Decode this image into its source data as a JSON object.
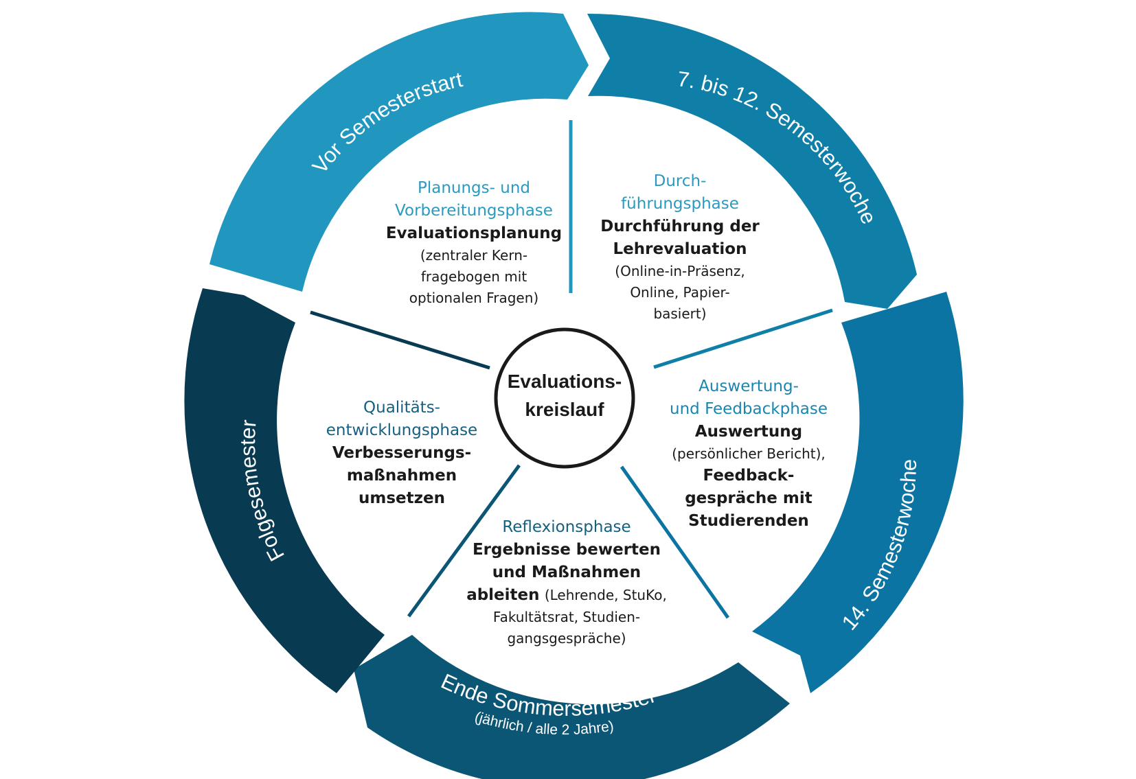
{
  "center": {
    "line1": "Evaluations-",
    "line2": "kreislauf"
  },
  "ring": {
    "vor_semesterstart": "Vor Semesterstart",
    "semesterwoche_7_12": "7. bis 12. Semesterwoche",
    "semesterwoche_14": "14. Semesterwoche",
    "ende_sommersemester": "Ende Sommersemester",
    "ende_sub": "(jährlich / alle 2 Jahre)",
    "folgesemester": "Folgesemester"
  },
  "phases": {
    "planung": {
      "head1": "Planungs- und",
      "head2": "Vorbereitungsphase",
      "main": "Evaluationsplanung",
      "sub1": "(zentraler Kern-",
      "sub2": "fragebogen mit",
      "sub3": "optionalen Fragen)"
    },
    "durchfuehrung": {
      "head1": "Durch-",
      "head2": "führungsphase",
      "main1": "Durchführung der",
      "main2": "Lehrevaluation",
      "sub1": "(Online-in-Präsenz,",
      "sub2": "Online, Papier-",
      "sub3": "basiert)"
    },
    "auswertung": {
      "head1": "Auswertung-",
      "head2": "und Feedbackphase",
      "main1": "Auswertung",
      "sub1": "(persönlicher Bericht),",
      "main2": "Feedback-",
      "main3": "gespräche mit",
      "main4": "Studierenden"
    },
    "reflexion": {
      "head1": "Reflexionsphase",
      "main1": "Ergebnisse bewerten",
      "main2": "und Maßnahmen",
      "main3": "ableiten",
      "sub_inline": "(Lehrende, StuKo,",
      "sub2": "Fakultätsrat, Studien-",
      "sub3": "gangsgespräche)"
    },
    "qualitaet": {
      "head1": "Qualitäts-",
      "head2": "entwicklungsphase",
      "main1": "Verbesserungs-",
      "main2": "maßnahmen",
      "main3": "umsetzen"
    }
  },
  "colors": {
    "ring_light": "#2197bf",
    "ring_mid": "#0f7fa8",
    "ring_blue": "#0b74a2",
    "ring_deep": "#0c5675",
    "ring_dark": "#083a52",
    "heading_light": "#2a9ac0",
    "heading_dark": "#155f80"
  }
}
